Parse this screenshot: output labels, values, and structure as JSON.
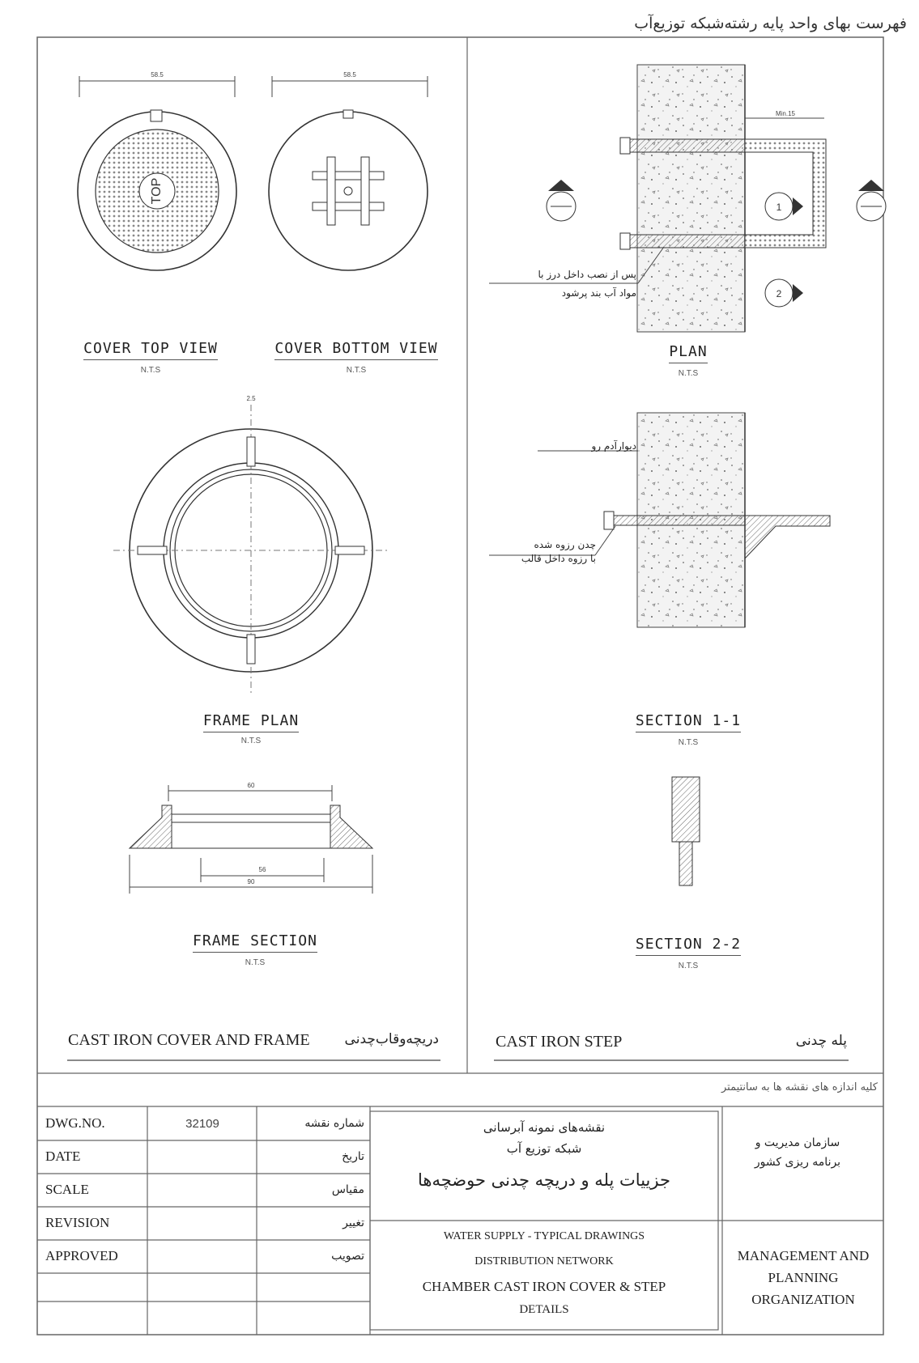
{
  "header": {
    "title_fa": "فهرست بهای واحد پایه رشته‌شبکه توزیع‌آب"
  },
  "left_panel": {
    "cover_top_view": {
      "label": "COVER TOP VIEW",
      "scale": "N.T.S",
      "dim": "58.5"
    },
    "cover_bottom_view": {
      "label": "COVER BOTTOM VIEW",
      "scale": "N.T.S",
      "dim": "58.5"
    },
    "frame_plan": {
      "label": "FRAME PLAN",
      "scale": "N.T.S",
      "dim": "2.5"
    },
    "frame_section": {
      "label": "FRAME SECTION",
      "scale": "N.T.S",
      "dim_top": "60",
      "dim_inner": "56",
      "dim_outer": "90"
    },
    "title_en": "CAST IRON COVER AND FRAME",
    "title_fa": "دریچه‌وقاب‌چدنی"
  },
  "right_panel": {
    "plan": {
      "label": "PLAN",
      "scale": "N.T.S",
      "dim": "Min.15",
      "note_line1": "پس از نصب داخل درز با",
      "note_line2": "مواد آب بند پرشود"
    },
    "section_1_1": {
      "label": "SECTION 1-1",
      "scale": "N.T.S",
      "note_wall": "دیوارآدم رو",
      "note_line1": "چدن رزوه شده",
      "note_line2": "با رزوه داخل قالب"
    },
    "section_2_2": {
      "label": "SECTION 2-2",
      "scale": "N.T.S"
    },
    "title_en": "CAST IRON STEP",
    "title_fa": "پله چدنی"
  },
  "note_units": "کلیه اندازه های نقشه ها به سانتیمتر",
  "title_block": {
    "rows": [
      {
        "en": "DWG.NO.",
        "value": "32109",
        "fa": "شماره نقشه"
      },
      {
        "en": "DATE",
        "value": "",
        "fa": "تاریخ"
      },
      {
        "en": "SCALE",
        "value": "",
        "fa": "مقیاس"
      },
      {
        "en": "REVISION",
        "value": "",
        "fa": "تغییر"
      },
      {
        "en": "APPROVED",
        "value": "",
        "fa": "تصویب"
      }
    ],
    "center_fa_line1": "نقشه‌های نمونه آبرسانی",
    "center_fa_line2": "شبکه توزیع آب",
    "center_fa_title": "جزییات پله و دریچه چدنی حوضچه‌ها",
    "center_en_line1": "WATER SUPPLY - TYPICAL DRAWINGS",
    "center_en_line2": "DISTRIBUTION NETWORK",
    "center_en_line3": "CHAMBER CAST IRON COVER & STEP",
    "center_en_line4": "DETAILS",
    "org_fa_line1": "سازمان مدیریت و",
    "org_fa_line2": "برنامه ریزی کشور",
    "org_en_line1": "MANAGEMENT AND",
    "org_en_line2": "PLANNING",
    "org_en_line3": "ORGANIZATION"
  }
}
